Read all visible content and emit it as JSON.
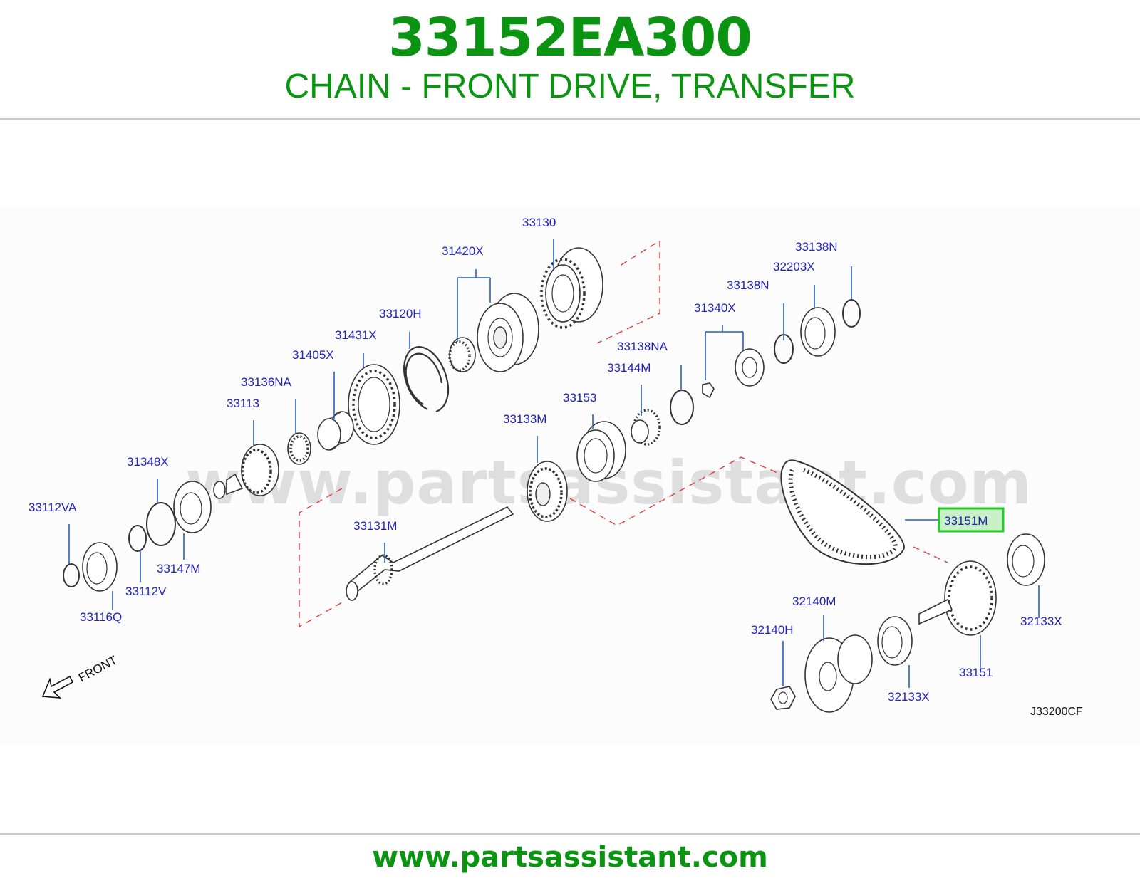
{
  "header": {
    "part_number": "33152EA300",
    "part_title": "CHAIN - FRONT DRIVE, TRANSFER"
  },
  "watermark": "www.partsassistant.com",
  "footer": {
    "url": "www.partsassistant.com"
  },
  "diagram": {
    "ref_code": "J33200CF",
    "front_label": "FRONT",
    "highlighted_part": "33151M",
    "highlight_color": "#22cc22",
    "brand_color": "#0b9412",
    "callout_color": "#2222bb",
    "labels": {
      "l33130": "33130",
      "l31420X": "31420X",
      "l33138N_top": "33138N",
      "l32203X": "32203X",
      "l33138N": "33138N",
      "l31340X": "31340X",
      "l33120H": "33120H",
      "l31431X": "31431X",
      "l31405X": "31405X",
      "l33136NA": "33136NA",
      "l33113": "33113",
      "l33138NA": "33138NA",
      "l33144M": "33144M",
      "l33153": "33153",
      "l33133M": "33133M",
      "l31348X": "31348X",
      "l33112VA": "33112VA",
      "l33131M": "33131M",
      "l33147M": "33147M",
      "l33112V": "33112V",
      "l33116Q": "33116Q",
      "l33151M": "33151M",
      "l32140M": "32140M",
      "l32140H": "32140H",
      "l32133X_right": "32133X",
      "l33151": "33151",
      "l32133X_bottom": "32133X"
    }
  }
}
